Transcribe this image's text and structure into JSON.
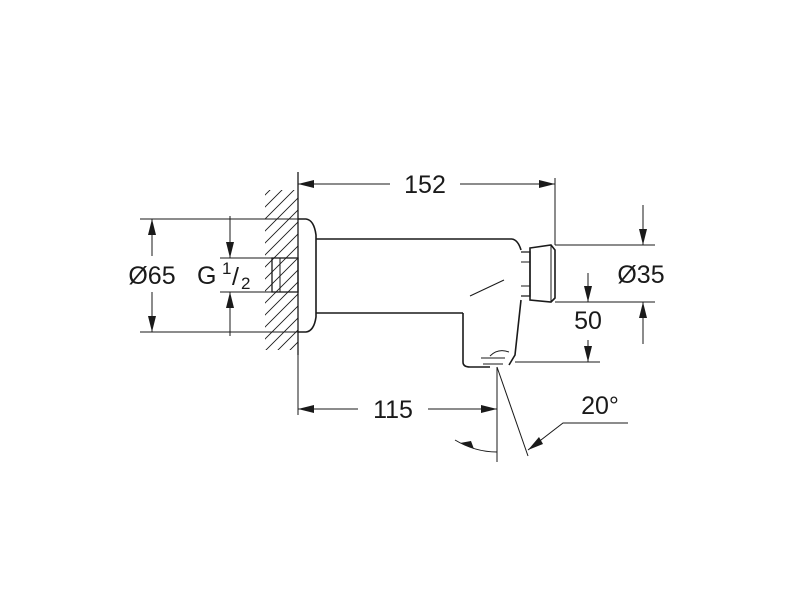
{
  "dimensions": {
    "length_total": "152",
    "length_spout": "115",
    "flange_diameter": "Ø65",
    "thread_prefix": "G",
    "thread_numerator": "1",
    "thread_slash": "/",
    "thread_denominator": "2",
    "button_diameter": "Ø35",
    "height": "50",
    "angle": "20°"
  }
}
